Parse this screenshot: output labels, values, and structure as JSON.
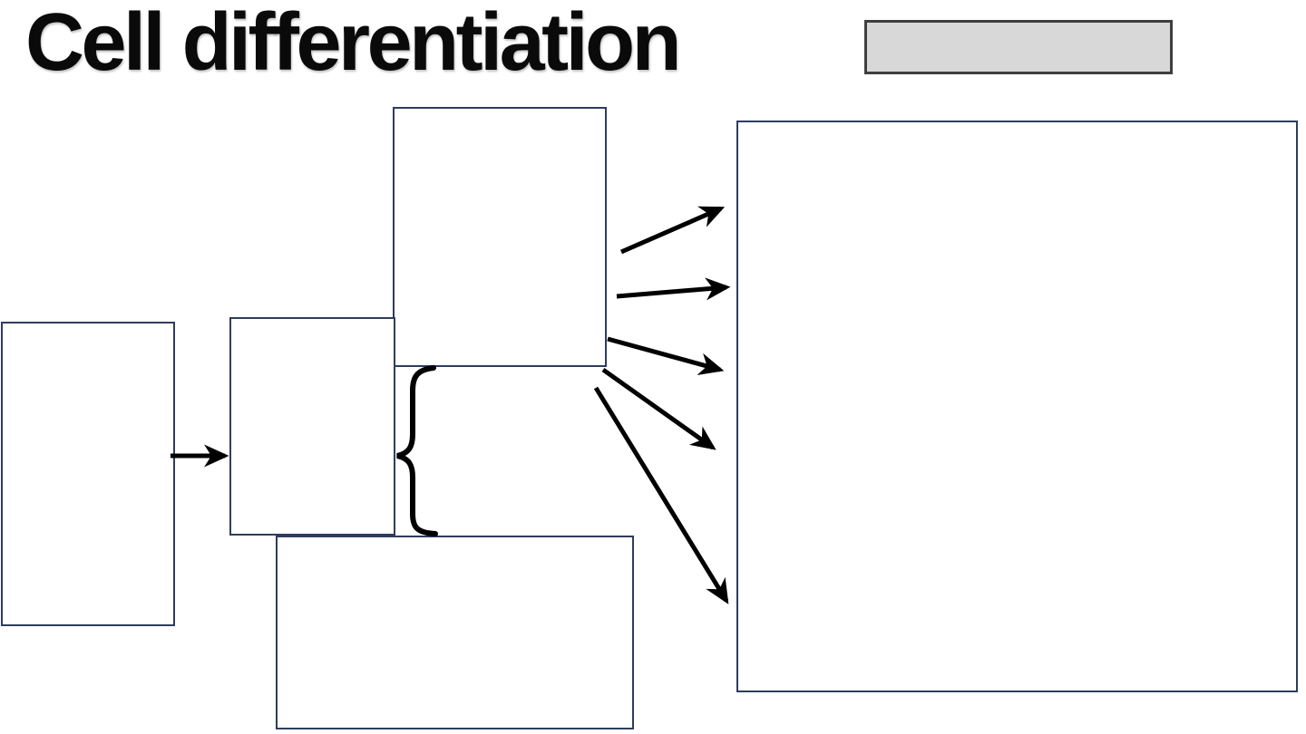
{
  "slide": {
    "title": "Cell differentiation",
    "background": "#ffffff"
  },
  "colors": {
    "shape_border": "#2e3c5e",
    "shape_fill": "#ffffff",
    "covered_label_fill": "#d8d8d8",
    "covered_label_border": "#3e3e3e",
    "connector": "#000000",
    "title_text": "#0a0a0a"
  },
  "shapes": [
    {
      "id": "left-box",
      "label": ""
    },
    {
      "id": "middle-box",
      "label": ""
    },
    {
      "id": "top-box",
      "label": ""
    },
    {
      "id": "bottom-box",
      "label": ""
    },
    {
      "id": "right-panel",
      "label": ""
    },
    {
      "id": "covered-label",
      "label": ""
    }
  ],
  "connectors": [
    {
      "id": "arrow-left-to-middle",
      "type": "straight-arrow",
      "from": "left-box",
      "to": "middle-box"
    },
    {
      "id": "fan-arrow-1",
      "type": "straight-arrow",
      "from": "top-box",
      "to": "right-panel"
    },
    {
      "id": "fan-arrow-2",
      "type": "straight-arrow",
      "from": "top-box",
      "to": "right-panel"
    },
    {
      "id": "fan-arrow-3",
      "type": "straight-arrow",
      "from": "top-box",
      "to": "right-panel"
    },
    {
      "id": "fan-arrow-4",
      "type": "straight-arrow",
      "from": "top-box",
      "to": "right-panel"
    },
    {
      "id": "fan-arrow-5",
      "type": "straight-arrow",
      "from": "top-box",
      "to": "right-panel"
    },
    {
      "id": "curly-brace",
      "type": "left-brace",
      "groups": [
        "middle-box",
        "bottom-box"
      ]
    }
  ]
}
